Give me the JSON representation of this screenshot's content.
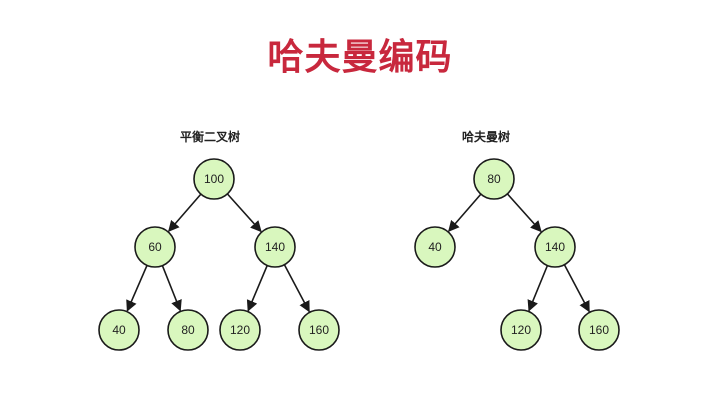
{
  "title": "哈夫曼编码",
  "trees": [
    {
      "label": "平衡二叉树",
      "nodes": [
        {
          "id": "a",
          "value": "100"
        },
        {
          "id": "b",
          "value": "60"
        },
        {
          "id": "c",
          "value": "140"
        },
        {
          "id": "d",
          "value": "40"
        },
        {
          "id": "e",
          "value": "80"
        },
        {
          "id": "f",
          "value": "120"
        },
        {
          "id": "g",
          "value": "160"
        }
      ],
      "edges": [
        [
          "a",
          "b"
        ],
        [
          "a",
          "c"
        ],
        [
          "b",
          "d"
        ],
        [
          "b",
          "e"
        ],
        [
          "c",
          "f"
        ],
        [
          "c",
          "g"
        ]
      ]
    },
    {
      "label": "哈夫曼树",
      "nodes": [
        {
          "id": "a",
          "value": "80"
        },
        {
          "id": "b",
          "value": "40"
        },
        {
          "id": "c",
          "value": "140"
        },
        {
          "id": "f",
          "value": "120"
        },
        {
          "id": "g",
          "value": "160"
        }
      ],
      "edges": [
        [
          "a",
          "b"
        ],
        [
          "a",
          "c"
        ],
        [
          "c",
          "f"
        ],
        [
          "c",
          "g"
        ]
      ]
    }
  ],
  "colors": {
    "title": "#c8283d",
    "node_fill": "#d9f7be",
    "node_stroke": "#1a1a1a"
  }
}
